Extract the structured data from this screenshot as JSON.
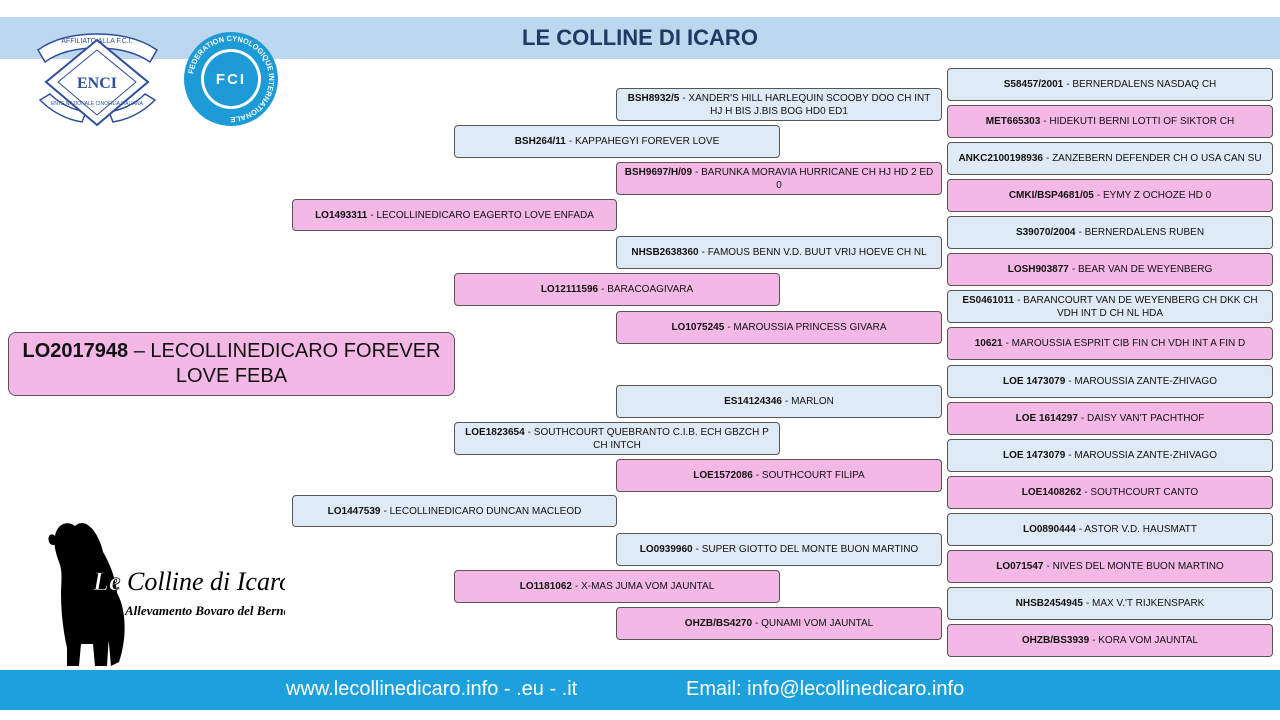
{
  "header": {
    "title": "LE COLLINE DI ICARO"
  },
  "subject": {
    "reg": "LO2017948",
    "name": "LECOLLINEDICARO FOREVER LOVE FEBA"
  },
  "parents": [
    {
      "reg": "LO1493311",
      "name": "LECOLLINEDICARO EAGERTO LOVE ENFADA"
    },
    {
      "reg": "LO1447539",
      "name": "LECOLLINEDICARO DUNCAN MACLEOD"
    }
  ],
  "grandparents": [
    {
      "reg": "BSH264/11",
      "name": "KAPPAHEGYI FOREVER LOVE"
    },
    {
      "reg": "LO12111596",
      "name": "BARACOAGIVARA"
    },
    {
      "reg": "LOE1823654",
      "name": "SOUTHCOURT QUEBRANTO C.I.B. ECH GBZCH P CH INTCH"
    },
    {
      "reg": "LO1181062",
      "name": "X-MAS JUMA VOM JAUNTAL"
    }
  ],
  "great_grandparents": [
    {
      "reg": "BSH8932/5",
      "name": "XANDER'S HILL HARLEQUIN SCOOBY DOO CH INT HJ H BIS J.BIS BOG HD0 ED1"
    },
    {
      "reg": "BSH9697/H/09",
      "name": "BARUNKA MORAVIA HURRICANE CH HJ HD 2 ED 0"
    },
    {
      "reg": "NHSB2638360",
      "name": "FAMOUS BENN V.D. BUUT VRIJ HOEVE CH NL"
    },
    {
      "reg": "LO1075245",
      "name": "MAROUSSIA PRINCESS GIVARA"
    },
    {
      "reg": "ES14124346",
      "name": "MARLON"
    },
    {
      "reg": "LOE1572086",
      "name": "SOUTHCOURT FILIPA"
    },
    {
      "reg": "LO0939960",
      "name": "SUPER GIOTTO DEL MONTE BUON MARTINO"
    },
    {
      "reg": "OHZB/BS4270",
      "name": "QUNAMI VOM JAUNTAL"
    }
  ],
  "great_great_grandparents": [
    {
      "reg": "S58457/2001",
      "name": "BERNERDALENS NASDAQ CH"
    },
    {
      "reg": "MET665303",
      "name": "HIDEKUTI BERNI LOTTI OF SIKTOR CH"
    },
    {
      "reg": "ANKC2100198936",
      "name": "ZANZEBERN DEFENDER CH O USA CAN SU"
    },
    {
      "reg": "CMKI/BSP4681/05",
      "name": "EYMY Z OCHOZE HD 0"
    },
    {
      "reg": "S39070/2004",
      "name": "BERNERDALENS RUBEN"
    },
    {
      "reg": "LOSH903877",
      "name": "BEAR VAN DE WEYENBERG"
    },
    {
      "reg": "ES0461011",
      "name": "BARANCOURT VAN DE WEYENBERG CH DKK CH VDH INT D CH NL HDA"
    },
    {
      "reg": "10621",
      "name": "MAROUSSIA ESPRIT CIB FIN CH VDH INT A FIN D"
    },
    {
      "reg": "LOE 1473079",
      "name": "MAROUSSIA ZANTE-ZHIVAGO"
    },
    {
      "reg": "LOE 1614297",
      "name": "DAISY VAN'T PACHTHOF"
    },
    {
      "reg": "LOE 1473079",
      "name": "MAROUSSIA ZANTE-ZHIVAGO"
    },
    {
      "reg": "LOE1408262",
      "name": "SOUTHCOURT CANTO"
    },
    {
      "reg": "LO0890444",
      "name": "ASTOR V.D. HAUSMATT"
    },
    {
      "reg": "LO071547",
      "name": "NIVES DEL MONTE BUON MARTINO"
    },
    {
      "reg": "NHSB2454945",
      "name": "MAX V.'T RIJKENSPARK"
    },
    {
      "reg": "OHZB/BS3939",
      "name": "KORA VOM JAUNTAL"
    }
  ],
  "logos": {
    "enci": {
      "text_top": "AFFILIATO ALLA F.C.I.",
      "text_mid": "ENTE NAZIONALE CINOFILIA ITALIANA",
      "mark": "ENCI"
    },
    "fci": {
      "ring": "FEDERATION CYNOLOGIQUE INTERNATIONALE",
      "mark": "FCI"
    },
    "brand": {
      "line1_a": "Le",
      "line1_b": "Colline di Icaro",
      "line2": "Allevamento Bovaro del Bernese"
    }
  },
  "footer": {
    "website": "www.lecollinedicaro.info - .eu - .it",
    "email": "Email: info@lecollinedicaro.info"
  },
  "colors": {
    "male": "#deebf7",
    "female": "#f4b8e6",
    "header": "#bdd7ee",
    "footer": "#1da1dc",
    "title": "#1f3864"
  }
}
